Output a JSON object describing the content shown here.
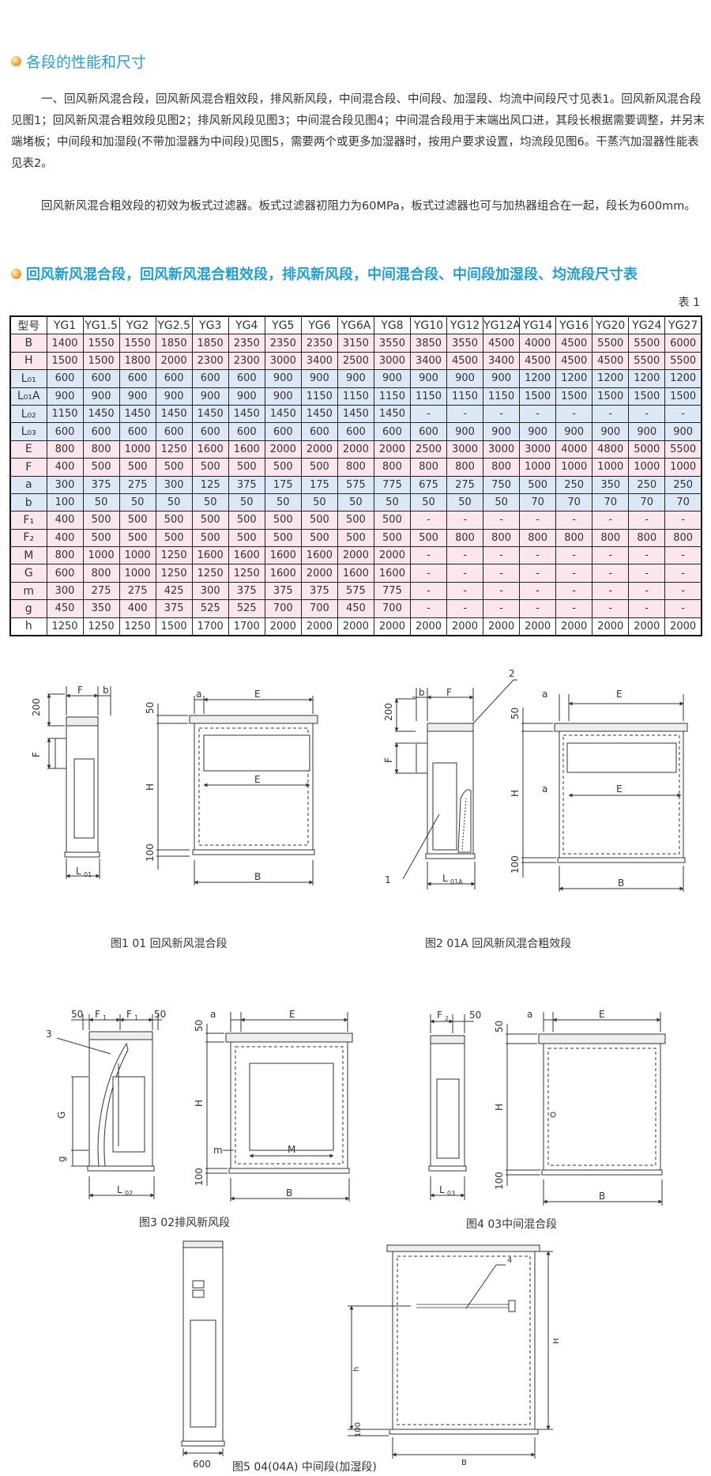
{
  "section_title": "各段的性能和尺寸",
  "paragraph1": "一、回风新风混合段，回风新风混合粗效段，排风新风段，中间混合段、中间段、加湿段、均流中间段尺寸见表1。回风新风混合段见图1；回风新风混合粗效段见图2；排风新风段见图3；中间混合段见图4；中间混合段用于末端出风口进，其段长根据需要调整，并另末端堵板；中间段和加湿段(不带加湿器为中间段)见图5，需要两个或更多加湿器时，按用户要求设置，均流段见图6。干蒸汽加湿器性能表见表2。",
  "paragraph2": "回风新风混合粗效段的初效为板式过滤器。板式过滤器初阻力为60MPa，板式过滤器也可与加热器组合在一起，段长为600mm。",
  "table_title": "回风新风混合段，回风新风混合粗效段，排风新风段，中间混合段、中间段加湿段、均流段尺寸表",
  "table_number": "表 1",
  "table": {
    "header_label": "型号",
    "models": [
      "YG1",
      "YG1.5",
      "YG2",
      "YG2.5",
      "YG3",
      "YG4",
      "YG5",
      "YG6",
      "YG6A",
      "YG8",
      "YG10",
      "YG12",
      "YG12A",
      "YG14",
      "YG16",
      "YG20",
      "YG24",
      "YG27"
    ],
    "rows": [
      {
        "label": "B",
        "values": [
          "1400",
          "1550",
          "1550",
          "1850",
          "1850",
          "2350",
          "2350",
          "2350",
          "3150",
          "3550",
          "3850",
          "3550",
          "4500",
          "4000",
          "4500",
          "5500",
          "5500",
          "6000"
        ]
      },
      {
        "label": "H",
        "values": [
          "1500",
          "1500",
          "1800",
          "2000",
          "2300",
          "2300",
          "3000",
          "3400",
          "2500",
          "3000",
          "3400",
          "4500",
          "3400",
          "4500",
          "4500",
          "4500",
          "5500",
          "5500"
        ]
      },
      {
        "label": "L₀₁",
        "values": [
          "600",
          "600",
          "600",
          "600",
          "600",
          "600",
          "900",
          "900",
          "900",
          "900",
          "900",
          "900",
          "900",
          "1200",
          "1200",
          "1200",
          "1200",
          "1200"
        ]
      },
      {
        "label": "L₀₁A",
        "values": [
          "900",
          "900",
          "900",
          "900",
          "900",
          "900",
          "900",
          "1150",
          "1150",
          "1150",
          "1150",
          "1150",
          "1150",
          "1500",
          "1500",
          "1500",
          "1500",
          "1500"
        ]
      },
      {
        "label": "L₀₂",
        "values": [
          "1150",
          "1450",
          "1450",
          "1450",
          "1450",
          "1450",
          "1450",
          "1450",
          "1450",
          "1450",
          "-",
          "-",
          "-",
          "-",
          "-",
          "-",
          "-",
          "-"
        ]
      },
      {
        "label": "L₀₃",
        "values": [
          "600",
          "600",
          "600",
          "600",
          "600",
          "600",
          "600",
          "600",
          "600",
          "600",
          "600",
          "900",
          "900",
          "900",
          "900",
          "900",
          "900",
          "900"
        ]
      },
      {
        "label": "E",
        "values": [
          "800",
          "800",
          "1000",
          "1250",
          "1600",
          "1600",
          "2000",
          "2000",
          "2000",
          "2000",
          "2500",
          "3000",
          "3000",
          "3000",
          "4000",
          "4800",
          "5000",
          "5500"
        ]
      },
      {
        "label": "F",
        "values": [
          "400",
          "500",
          "500",
          "500",
          "500",
          "500",
          "500",
          "500",
          "800",
          "800",
          "800",
          "800",
          "800",
          "1000",
          "1000",
          "1000",
          "1000",
          "1000"
        ]
      },
      {
        "label": "a",
        "values": [
          "300",
          "375",
          "275",
          "300",
          "125",
          "375",
          "175",
          "175",
          "575",
          "775",
          "675",
          "275",
          "750",
          "500",
          "250",
          "350",
          "250",
          "250"
        ]
      },
      {
        "label": "b",
        "values": [
          "100",
          "50",
          "50",
          "50",
          "50",
          "50",
          "50",
          "50",
          "50",
          "50",
          "50",
          "50",
          "50",
          "70",
          "70",
          "70",
          "70",
          "70"
        ]
      },
      {
        "label": "F₁",
        "values": [
          "400",
          "500",
          "500",
          "500",
          "500",
          "500",
          "500",
          "500",
          "500",
          "500",
          "-",
          "-",
          "-",
          "-",
          "-",
          "-",
          "-",
          "-"
        ]
      },
      {
        "label": "F₂",
        "values": [
          "400",
          "500",
          "500",
          "500",
          "500",
          "500",
          "500",
          "500",
          "500",
          "500",
          "500",
          "800",
          "800",
          "800",
          "800",
          "800",
          "800",
          "800"
        ]
      },
      {
        "label": "M",
        "values": [
          "800",
          "1000",
          "1000",
          "1250",
          "1600",
          "1600",
          "1600",
          "1600",
          "2000",
          "2000",
          "-",
          "-",
          "-",
          "-",
          "-",
          "-",
          "-",
          "-"
        ]
      },
      {
        "label": "G",
        "values": [
          "600",
          "800",
          "1000",
          "1250",
          "1250",
          "1250",
          "1600",
          "2000",
          "1600",
          "1600",
          "-",
          "-",
          "-",
          "-",
          "-",
          "-",
          "-",
          "-"
        ]
      },
      {
        "label": "m",
        "values": [
          "300",
          "275",
          "275",
          "425",
          "300",
          "375",
          "375",
          "375",
          "575",
          "775",
          "-",
          "-",
          "-",
          "-",
          "-",
          "-",
          "-",
          "-"
        ]
      },
      {
        "label": "g",
        "values": [
          "450",
          "350",
          "400",
          "375",
          "525",
          "525",
          "700",
          "700",
          "450",
          "700",
          "-",
          "-",
          "-",
          "-",
          "-",
          "-",
          "-",
          "-"
        ]
      },
      {
        "label": "h",
        "values": [
          "1250",
          "1250",
          "1250",
          "1500",
          "1700",
          "1700",
          "2000",
          "2000",
          "2000",
          "2000",
          "2000",
          "2000",
          "2000",
          "2000",
          "2000",
          "2000",
          "2000",
          "2000"
        ]
      }
    ],
    "row_colors": [
      "pink",
      "pink",
      "blue",
      "blue",
      "blue",
      "blue",
      "pink",
      "pink",
      "blue",
      "blue",
      "pink",
      "pink",
      "pink",
      "pink",
      "pink",
      "pink",
      "white"
    ]
  },
  "figures": {
    "fig1_caption": "图1  01 回风新风混合段",
    "fig2_caption": "图2  01A 回风新风混合粗效段",
    "fig3_caption": "图3 02排风新风段",
    "fig4_caption": "图4 03中间混合段",
    "fig5_caption": "图5 04(04A) 中间段(加湿段)",
    "labels": {
      "F": "F",
      "b": "b",
      "a": "a",
      "E": "E",
      "H": "H",
      "B": "B",
      "G": "G",
      "g": "g",
      "m": "m",
      "M": "M",
      "h": "h",
      "d200": "200",
      "d50": "50",
      "d100": "100",
      "d600": "600",
      "L01": "L",
      "L01_sub": "01",
      "L01A_sub": "01A",
      "L02_sub": "02",
      "L03_sub": "03",
      "F1": "F",
      "F1_sub": "1",
      "F2": "F",
      "F2_sub": "2",
      "n1": "1",
      "n2": "2",
      "n3": "3",
      "n4": "4"
    }
  }
}
